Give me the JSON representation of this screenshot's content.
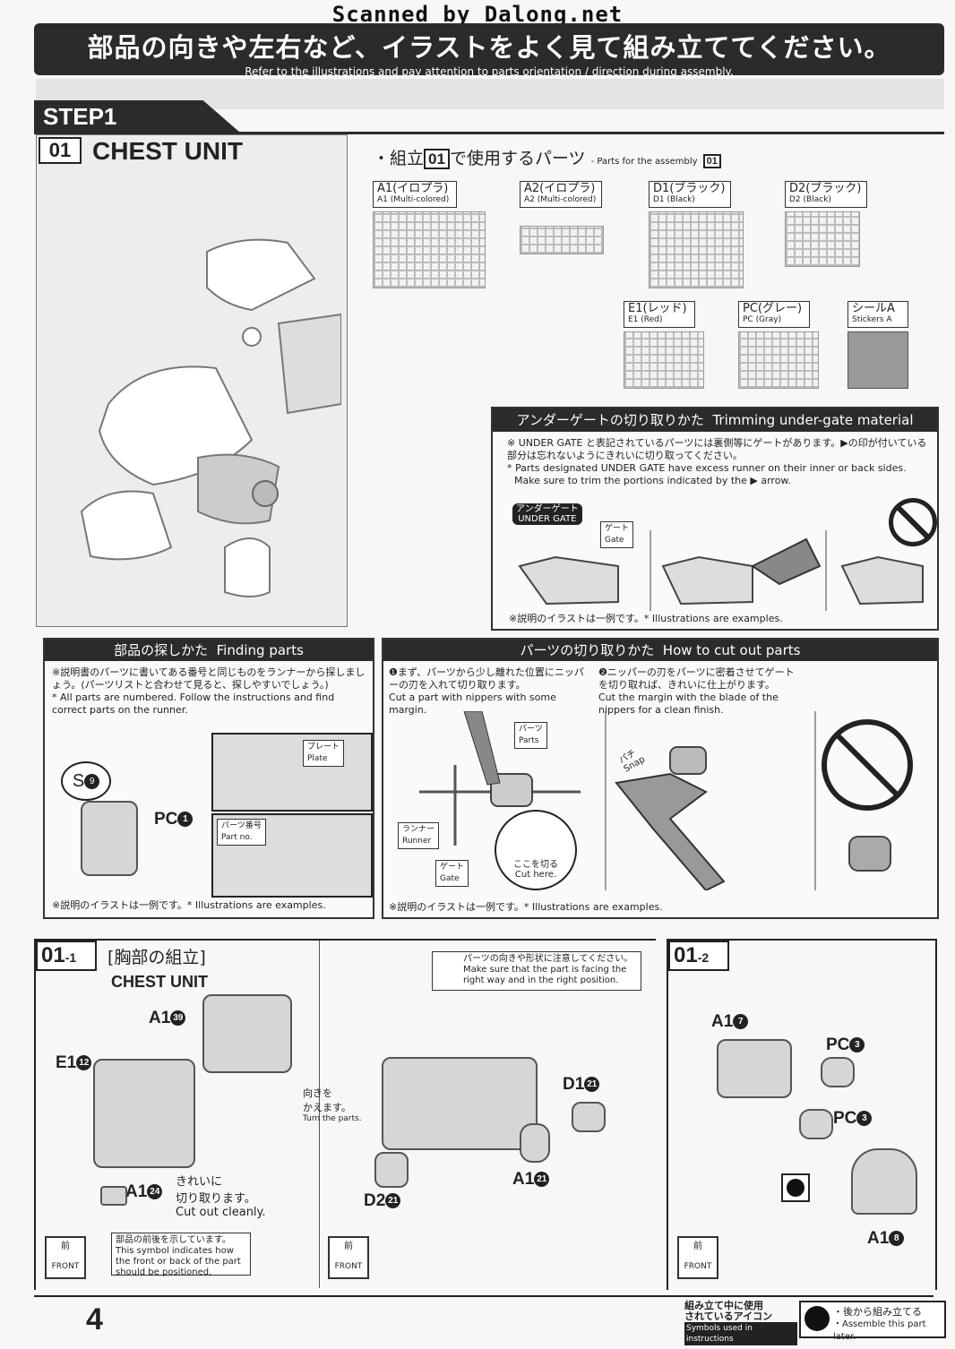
{
  "scanner_credit": "Scanned by Dalong.net",
  "banner": {
    "jp": "部品の向きや左右など、イラストをよく見て組み立ててください。",
    "en": "Refer to the illustrations and pay attention to parts orientation / direction during assembly."
  },
  "step": {
    "label": "STEP1"
  },
  "section_01": {
    "number": "01",
    "title": "CHEST UNIT"
  },
  "parts_list": {
    "title_jp_pre": "・組立",
    "title_num": "01",
    "title_jp_post": "で使用するパーツ",
    "title_en": "- Parts for the assembly",
    "title_en_num": "01",
    "runners": [
      {
        "jp": "A1(イロプラ)",
        "en": "A1 (Multi-colored)"
      },
      {
        "jp": "A2(イロプラ)",
        "en": "A2 (Multi-colored)"
      },
      {
        "jp": "D1(ブラック)",
        "en": "D1 (Black)"
      },
      {
        "jp": "D2(ブラック)",
        "en": "D2 (Black)"
      },
      {
        "jp": "E1(レッド)",
        "en": "E1 (Red)"
      },
      {
        "jp": "PC(グレー)",
        "en": "PC (Gray)"
      },
      {
        "jp": "シールA",
        "en": "Stickers A"
      }
    ]
  },
  "under_gate": {
    "header_jp": "アンダーゲートの切り取りかた",
    "header_en": "Trimming under-gate material",
    "text_jp": "※ UNDER GATE と表記されているパーツには裏側等にゲートがあります。▶の印が付いている部分は忘れないようにきれいに切り取ってください。",
    "text_en1": "* Parts designated UNDER GATE have excess runner on their inner or back sides.",
    "text_en2": "Make sure to trim the portions indicated by the ▶ arrow.",
    "badge_jp": "アンダーゲート",
    "badge_en": "UNDER GATE",
    "gate_jp": "ゲート",
    "gate_en": "Gate",
    "note": "※説明のイラストは一例です。* Illustrations are examples."
  },
  "finding_parts": {
    "header_jp": "部品の探しかた",
    "header_en": "Finding parts",
    "text_jp": "※説明書のパーツに書いてある番号と同じものをランナーから探しましょう。(パーツリストと合わせて見ると、探しやすいでしょう。)",
    "text_en": "* All parts are numbered. Follow the instructions and find correct parts on the runner.",
    "s_label": "S",
    "s_num": "9",
    "pc_label": "PC",
    "pc_num": "1",
    "plate_jp": "プレート",
    "plate_en": "Plate",
    "partno_jp": "パーツ番号",
    "partno_en": "Part no.",
    "note": "※説明のイラストは一例です。* Illustrations are examples."
  },
  "cutting": {
    "header_jp": "パーツの切り取りかた",
    "header_en": "How to cut out parts",
    "step1_jp": "❶まず、パーツから少し離れた位置にニッパーの刃を入れて切り取ります。",
    "step1_en": "Cut a part with nippers with some margin.",
    "step2_jp": "❷ニッパーの刃をパーツに密着させてゲートを切り取れば、きれいに仕上がります。",
    "step2_en": "Cut the margin with the blade of the nippers for a clean finish.",
    "parts_jp": "パーツ",
    "parts_en": "Parts",
    "runner_jp": "ランナー",
    "runner_en": "Runner",
    "gate_jp": "ゲート",
    "gate_en": "Gate",
    "cuthere_jp": "ここを切る",
    "cuthere_en": "Cut here.",
    "snap_jp": "パチ",
    "snap_en": "Snap",
    "note": "※説明のイラストは一例です。* Illustrations are examples."
  },
  "sub_01_1": {
    "num": "01",
    "sub": "-1",
    "title_jp": "[胸部の組立]",
    "title_en": "CHEST UNIT",
    "callouts": [
      {
        "label": "A1",
        "num": "39"
      },
      {
        "label": "E1",
        "num": "12"
      },
      {
        "label": "A1",
        "num": "24"
      },
      {
        "label": "D1",
        "num": "21"
      },
      {
        "label": "A1",
        "num": "21"
      },
      {
        "label": "D2",
        "num": "21"
      }
    ],
    "cut_jp1": "きれいに",
    "cut_jp2": "切り取ります。",
    "cut_en": "Cut out cleanly.",
    "turn_jp1": "向きを",
    "turn_jp2": "かえます。",
    "turn_en": "Turn the parts.",
    "orient_jp": "パーツの向きや形状に注意してください。",
    "orient_en": "Make sure that the part is facing the right way and in the right position.",
    "frontback_jp": "部品の前後を示しています。",
    "frontback_en": "This symbol indicates how the front or back of the part should be positioned."
  },
  "sub_01_2": {
    "num": "01",
    "sub": "-2",
    "callouts": [
      {
        "label": "A1",
        "num": "7"
      },
      {
        "label": "PC",
        "num": "3"
      },
      {
        "label": "PC",
        "num": "3"
      },
      {
        "label": "A1",
        "num": "8"
      }
    ]
  },
  "front_icon": {
    "jp": "前",
    "en": "FRONT"
  },
  "page_number": "4",
  "legend": {
    "title_jp1": "組み立て中に使用",
    "title_jp2": "されているアイコン",
    "title_en": "Symbols used in instructions",
    "item_jp": "・後から組み立てる",
    "item_en": "・Assemble this part later."
  }
}
